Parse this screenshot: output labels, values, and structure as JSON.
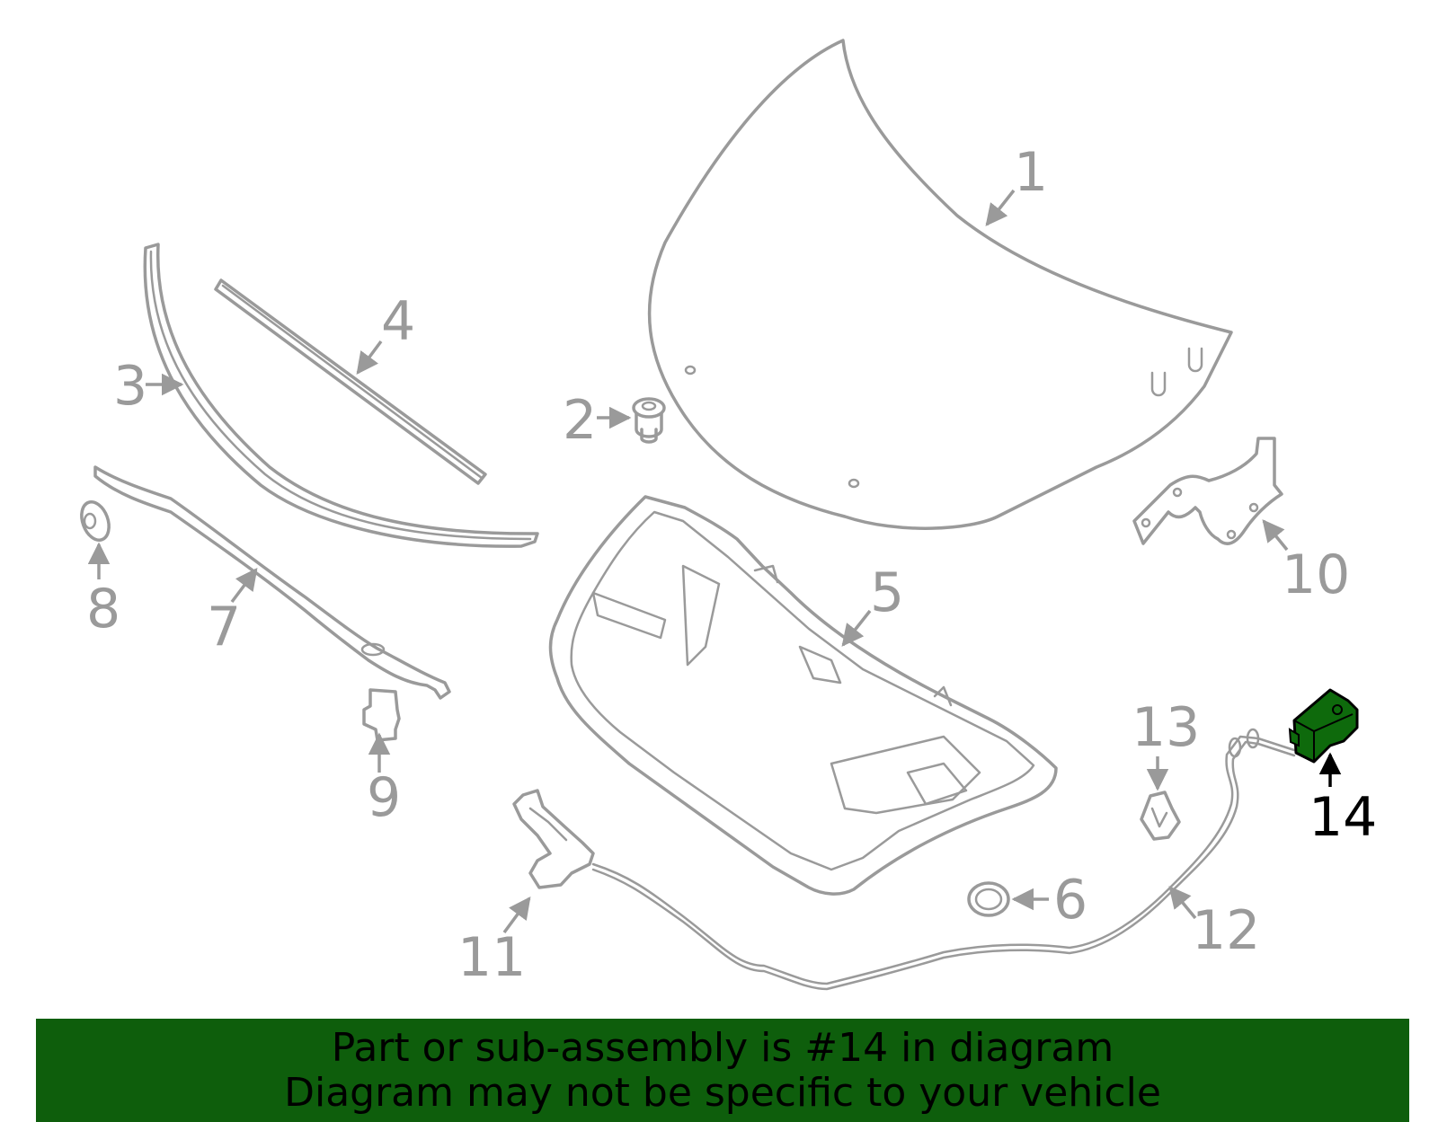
{
  "colors": {
    "line": "#9a9a9a",
    "highlight_fill": "#0e6a0c",
    "banner_background": "#0e5e0c",
    "banner_text": "#000000",
    "selected_callout": "#000000"
  },
  "diagram": {
    "selected_part": "14",
    "callouts": [
      {
        "id": "1",
        "label": "1"
      },
      {
        "id": "2",
        "label": "2"
      },
      {
        "id": "3",
        "label": "3"
      },
      {
        "id": "4",
        "label": "4"
      },
      {
        "id": "5",
        "label": "5"
      },
      {
        "id": "6",
        "label": "6"
      },
      {
        "id": "7",
        "label": "7"
      },
      {
        "id": "8",
        "label": "8"
      },
      {
        "id": "9",
        "label": "9"
      },
      {
        "id": "10",
        "label": "10"
      },
      {
        "id": "11",
        "label": "11"
      },
      {
        "id": "12",
        "label": "12"
      },
      {
        "id": "13",
        "label": "13"
      },
      {
        "id": "14",
        "label": "14"
      }
    ]
  },
  "banner": {
    "line1": "Part or sub-assembly is #14 in diagram",
    "line2": "Diagram may not be specific to your vehicle"
  }
}
